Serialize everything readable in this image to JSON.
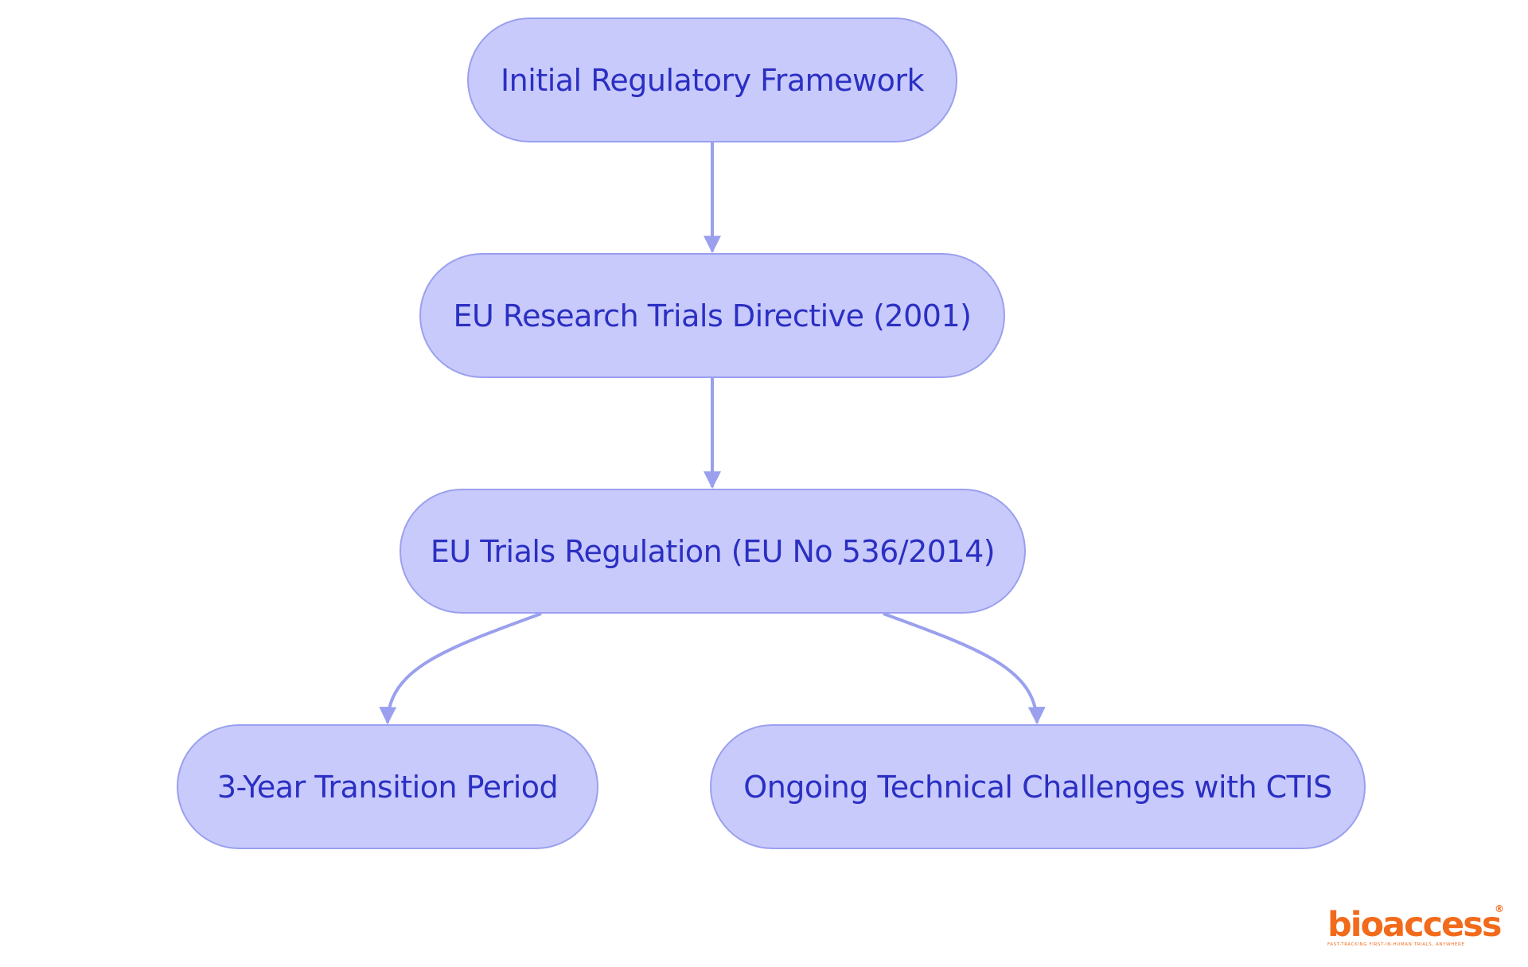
{
  "nodes": [
    {
      "id": "n1",
      "label": "Initial Regulatory Framework"
    },
    {
      "id": "n2",
      "label": "EU Research Trials Directive (2001)"
    },
    {
      "id": "n3",
      "label": "EU Trials Regulation (EU No 536/2014)"
    },
    {
      "id": "n4",
      "label": "3-Year Transition Period"
    },
    {
      "id": "n5",
      "label": "Ongoing Technical Challenges with CTIS"
    }
  ],
  "edges": [
    {
      "from": "n1",
      "to": "n2"
    },
    {
      "from": "n2",
      "to": "n3"
    },
    {
      "from": "n3",
      "to": "n4"
    },
    {
      "from": "n3",
      "to": "n5"
    }
  ],
  "colors": {
    "node_fill": "#c8cafc",
    "node_border": "#9aa0ee",
    "node_text": "#2b2fc2",
    "edge": "#9aa0ee",
    "logo": "#f26a1b"
  },
  "logo": {
    "brand": "bioaccess",
    "registered": "®",
    "tagline": "FAST-TRACKING FIRST-IN-HUMAN TRIALS, ANYWHERE"
  }
}
